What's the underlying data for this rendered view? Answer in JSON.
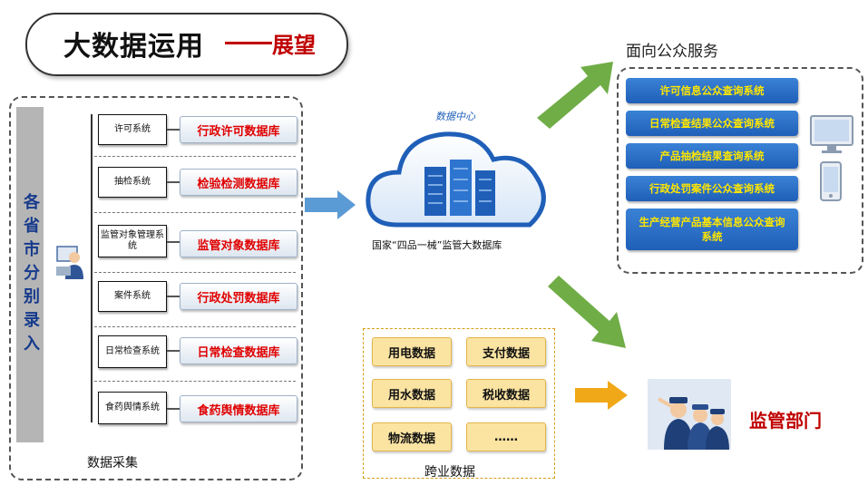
{
  "title": {
    "main": "大数据运用",
    "sub": "展望"
  },
  "collection": {
    "vertical_label": "各省市分别录入",
    "caption": "数据采集",
    "rows": [
      {
        "system": "许可系统",
        "database": "行政许可数据库"
      },
      {
        "system": "抽检系统",
        "database": "检验检测数据库"
      },
      {
        "system": "监管对象管理系统",
        "database": "监管对象数据库"
      },
      {
        "system": "案件系统",
        "database": "行政处罚数据库"
      },
      {
        "system": "日常检查系统",
        "database": "日常检查数据库"
      },
      {
        "system": "食药舆情系统",
        "database": "食药舆情数据库"
      }
    ]
  },
  "data_center": {
    "label": "数据中心",
    "platform": "国家“四品一械”监管大数据库"
  },
  "public_services": {
    "title": "面向公众服务",
    "items": [
      "许可信息公众查询系统",
      "日常检查结果公众查询系统",
      "产品抽检结果查询系统",
      "行政处罚案件公众查询系统",
      "生产经营产品基本信息公众查询系统"
    ]
  },
  "cross_industry": {
    "caption": "跨业数据",
    "items": [
      "用电数据",
      "支付数据",
      "用水数据",
      "税收数据",
      "物流数据",
      "……"
    ]
  },
  "supervision": {
    "label": "监管部门"
  },
  "colors": {
    "title_accent": "#c00000",
    "database_text": "#e00000",
    "service_bg": "#1f5fb8",
    "service_text": "#ffe600",
    "arrow_green": "#70ad47",
    "arrow_blue": "#5b9bd5",
    "arrow_orange": "#f0a818",
    "cross_box_bg": "#fbe4a2"
  },
  "icons": [
    "person-computer-icon",
    "cloud-server-icon",
    "monitor-icon",
    "phone-icon",
    "officers-icon"
  ]
}
